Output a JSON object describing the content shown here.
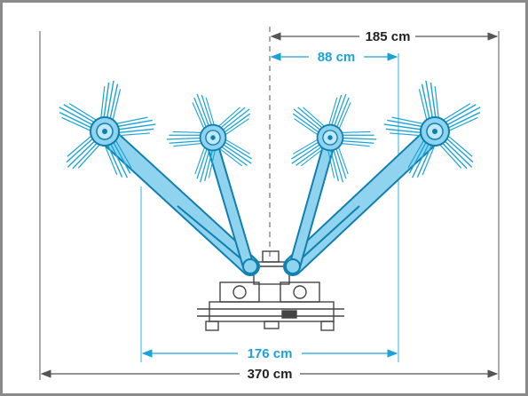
{
  "dimensions": {
    "top_outer": "185 cm",
    "top_inner": "88 cm",
    "bottom_inner": "176 cm",
    "bottom_outer": "370 cm"
  },
  "colors": {
    "border": "#8a8a8a",
    "dim_dark": "#222222",
    "dim_cyan": "#1aa3d9",
    "machine_fill": "#8fd3ef",
    "machine_stroke": "#0e7fb0",
    "chassis": "#444444",
    "guide_line": "#2bb0e0"
  }
}
